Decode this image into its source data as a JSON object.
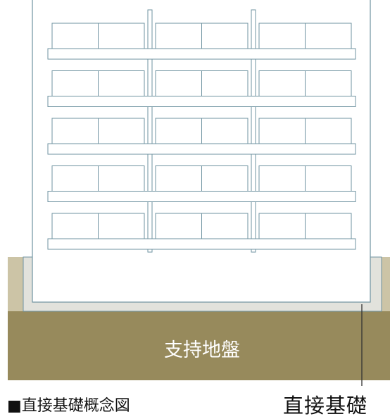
{
  "ground_label": "支持地盤",
  "foundation_label": "直接基礎",
  "figure_caption": {
    "marker": "■",
    "text": "直接基礎概念図"
  },
  "building": {
    "floors": 5,
    "bays": 3,
    "panes_per_bay": 2
  },
  "colors": {
    "outline": "#6f93a1",
    "ground": "#978a5c",
    "ground_text": "#ffffff",
    "soil": "#ccc4a6",
    "slab": "#e2e2dc",
    "leader_line": "#333333",
    "caption_text": "#111111"
  }
}
